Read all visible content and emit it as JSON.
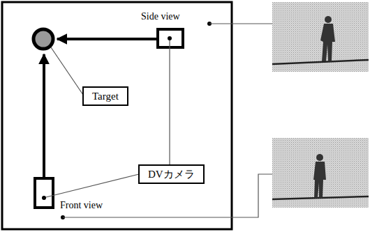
{
  "diagram": {
    "nodes": [
      {
        "text": [
          "Target"
        ]
      },
      {
        "text": [
          "DVカメラ"
        ]
      }
    ],
    "labels": [
      "Side view",
      "Front view"
    ]
  }
}
